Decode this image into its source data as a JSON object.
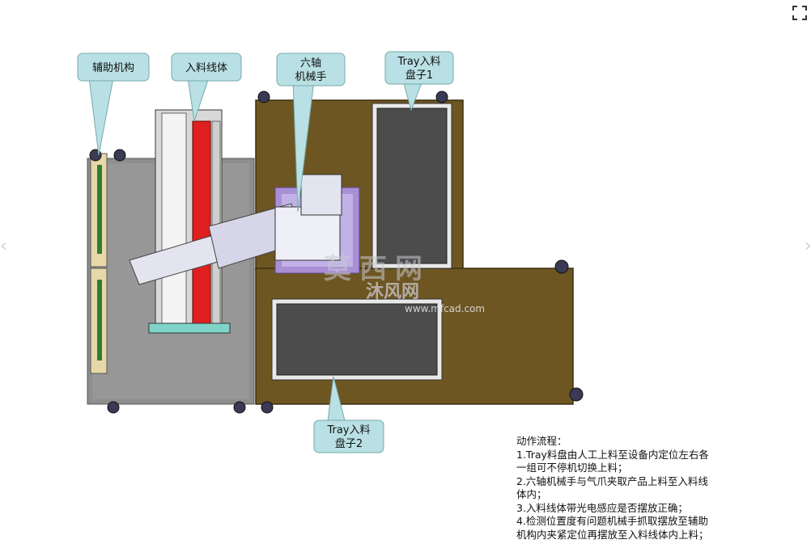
{
  "labels": {
    "aux": "辅助机构",
    "feed_line": "入料线体",
    "robot_line1": "六轴",
    "robot_line2": "机械手",
    "tray1_line1": "Tray入料",
    "tray1_line2": "盘子1",
    "tray2_line1": "Tray入料",
    "tray2_line2": "盘子2"
  },
  "notes": {
    "title": "动作流程：",
    "lines": [
      "1.Tray料盘由人工上料至设备内定位左右各",
      "一组可不停机切换上料；",
      "2.六轴机械手与气爪夹取产品上料至入料线",
      "体内；",
      "3.入料线体带光电感应是否摆放正确；",
      "4.检测位置度有问题机械手抓取摆放至辅助",
      "机构内夹紧定位再摆放至入料线体内上料；"
    ]
  },
  "watermark": {
    "line1": "莫西网",
    "line2": "沐风网",
    "line3": "www.mfcad.com"
  },
  "colors": {
    "base_plate": "#8a8a8a",
    "brown_plate": "#6b5420",
    "tray": "#4b4b4b",
    "callout": "#b9e0e4",
    "red_belt": "#e02020",
    "mount": "#a98fd6"
  },
  "icons": {
    "expand": "expand-icon",
    "prev": "chevron-left-icon",
    "next": "chevron-right-icon"
  }
}
